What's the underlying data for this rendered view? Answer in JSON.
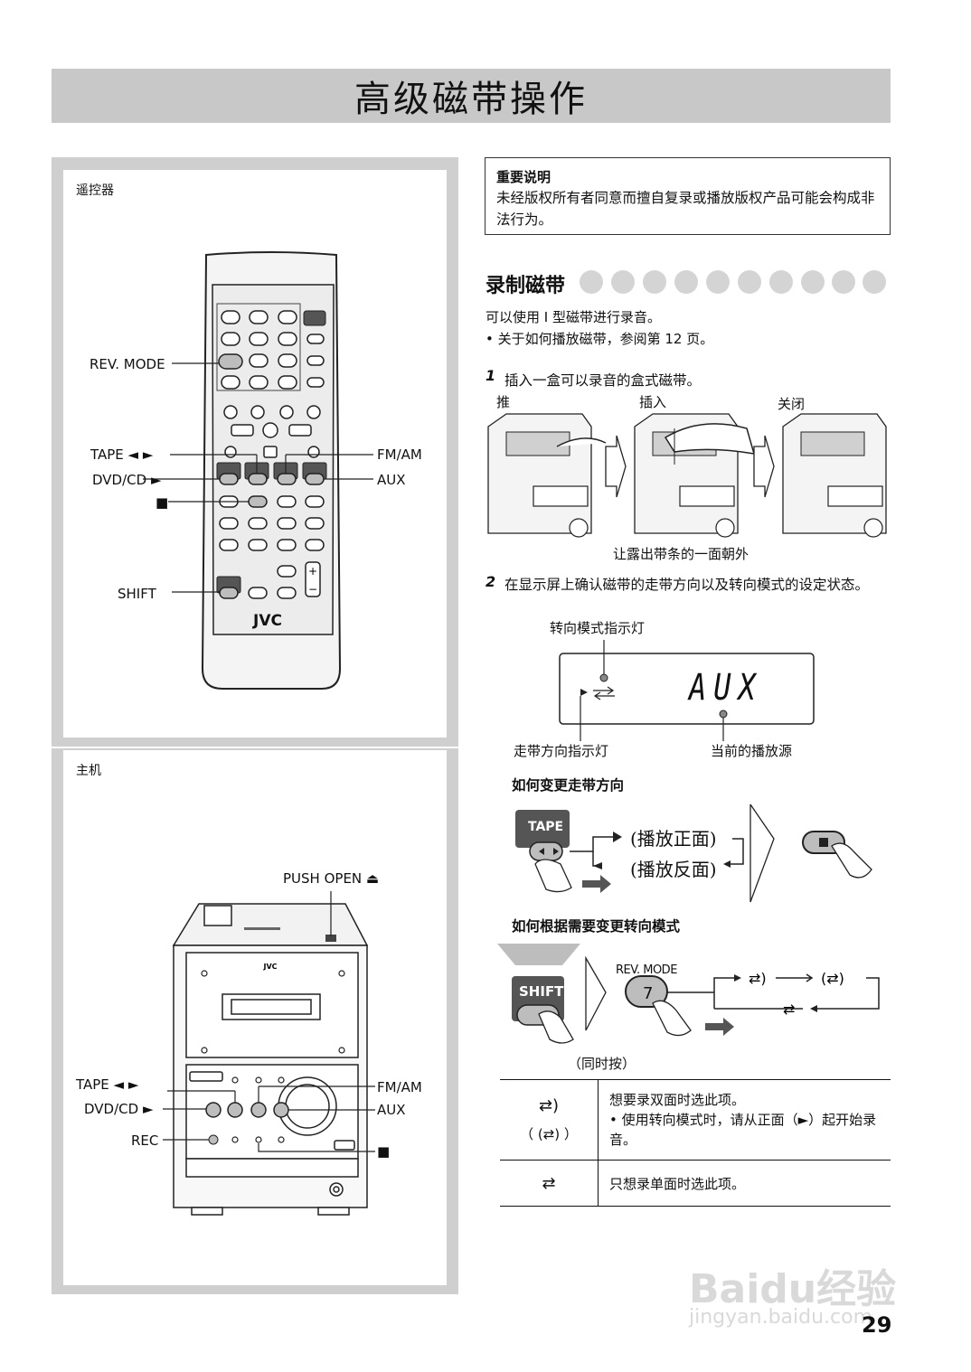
{
  "page": {
    "title": "高级磁带操作",
    "page_number": "29"
  },
  "remote_panel": {
    "heading": "遥控器",
    "labels": {
      "rev_mode": "REV. MODE",
      "tape": "TAPE ◄ ►",
      "dvd_cd": "DVD/CD ►",
      "stop": "■",
      "shift": "SHIFT",
      "fm_am": "FM/AM",
      "aux": "AUX"
    },
    "brand": "JVC"
  },
  "main_unit_panel": {
    "heading": "主机",
    "labels": {
      "push_open": "PUSH OPEN ⏏",
      "tape": "TAPE ◄ ►",
      "dvd_cd": "DVD/CD ►",
      "rec": "REC",
      "fm_am": "FM/AM",
      "aux": "AUX",
      "stop": "■"
    },
    "brand": "JVC"
  },
  "notice": {
    "heading": "重要说明",
    "text": "未经版权所有者同意而擅自复录或播放版权产品可能会构成非法行为。"
  },
  "recording": {
    "section_title": "录制磁带",
    "intro_line1": "可以使用 I 型磁带进行录音。",
    "intro_line2": "• 关于如何播放磁带，参阅第 12 页。",
    "step1": {
      "number": "1",
      "text": "插入一盒可以录音的盒式磁带。",
      "captions": [
        "推",
        "插入",
        "关闭"
      ],
      "note": "让露出带条的一面朝外"
    },
    "step2": {
      "number": "2",
      "text": "在显示屏上确认磁带的走带方向以及转向模式的设定状态。",
      "callout_rev": "转向模式指示灯",
      "callout_dir": "走带方向指示灯",
      "callout_src": "当前的播放源",
      "display_text": "AUX"
    },
    "change_direction": {
      "heading": "如何变更走带方向",
      "button_label": "TAPE",
      "forward": "(播放正面)",
      "reverse": "(播放反面)"
    },
    "change_mode": {
      "heading": "如何根据需要变更转向模式",
      "shift_label": "SHIFT",
      "rev_mode_label": "REV. MODE",
      "key": "7",
      "simultaneous": "（同时按）"
    },
    "modes_table": [
      {
        "symbol": "⇄)",
        "symbol_alt": "（ (⇄) ）",
        "desc": "想要录双面时选此项。",
        "note": "• 使用转向模式时，请从正面（►）起开始录音。"
      },
      {
        "symbol": "⇄",
        "desc": "只想录单面时选此项。"
      }
    ]
  },
  "watermark": {
    "brand": "Baidu经验",
    "url": "jingyan.baidu.com"
  },
  "colors": {
    "title_bar": "#c8c8c8",
    "panel_gray": "#cfcfcf",
    "button_dark": "#555555"
  }
}
